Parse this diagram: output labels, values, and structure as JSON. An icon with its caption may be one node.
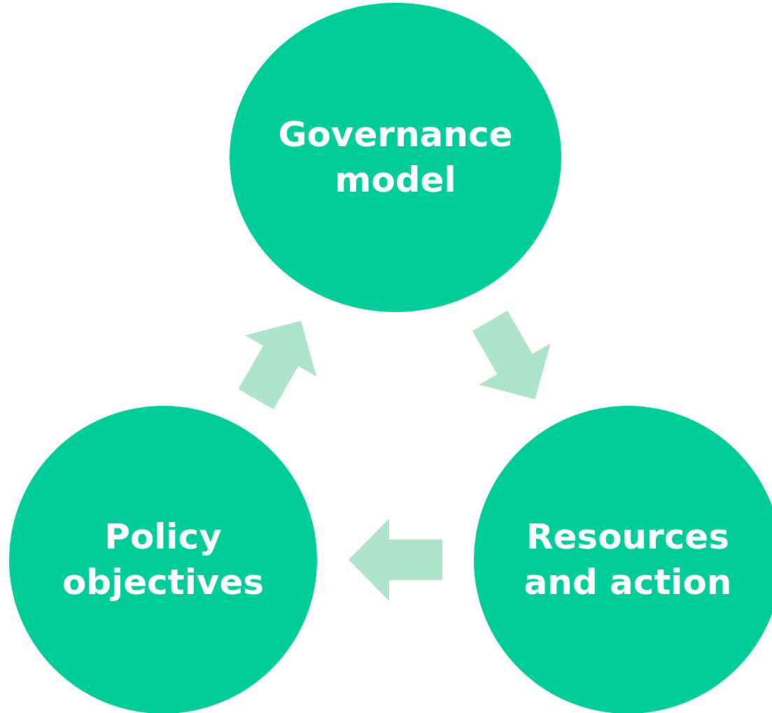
{
  "diagram": {
    "nodes": [
      {
        "text": [
          "Governance model"
        ]
      },
      {
        "text": [
          "Resources and action"
        ]
      },
      {
        "text": [
          "Policy objectives"
        ]
      }
    ],
    "edges": [
      {
        "from": 0,
        "to": 1,
        "arrow": "to",
        "style": "thick"
      },
      {
        "from": 1,
        "to": 2,
        "arrow": "to",
        "style": "thick"
      },
      {
        "from": 2,
        "to": 0,
        "arrow": "to",
        "style": "thick"
      }
    ]
  }
}
